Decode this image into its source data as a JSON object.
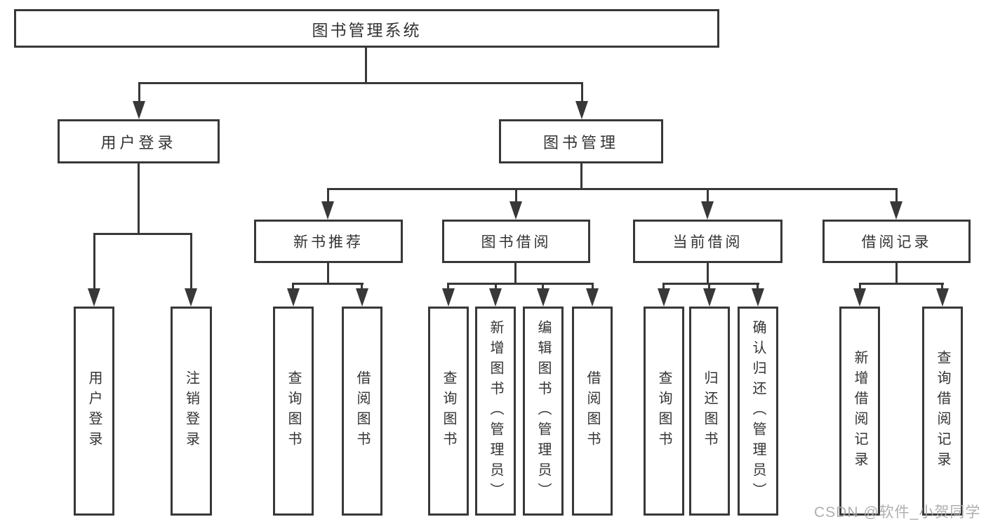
{
  "diagram": {
    "type": "functional-structure-tree",
    "root": {
      "label": "图书管理系统"
    },
    "branches": {
      "user_login": {
        "label": "用户登录",
        "children": [
          {
            "label": "用户登录"
          },
          {
            "label": "注销登录"
          }
        ]
      },
      "book_mgmt": {
        "label": "图书管理",
        "sections": [
          {
            "label": "新书推荐",
            "children": [
              {
                "label": "查询图书"
              },
              {
                "label": "借阅图书"
              }
            ]
          },
          {
            "label": "图书借阅",
            "children": [
              {
                "label": "查询图书"
              },
              {
                "label": "新增图书（管理员）"
              },
              {
                "label": "编辑图书（管理员）"
              },
              {
                "label": "借阅图书"
              }
            ]
          },
          {
            "label": "当前借阅",
            "children": [
              {
                "label": "查询图书"
              },
              {
                "label": "归还图书"
              },
              {
                "label": "确认归还（管理员）"
              }
            ]
          },
          {
            "label": "借阅记录",
            "children": [
              {
                "label": "新增借阅记录"
              },
              {
                "label": "查询借阅记录"
              }
            ]
          }
        ]
      }
    }
  },
  "watermark": {
    "text": "CSDN @软件_小贺同学"
  },
  "colors": {
    "line": "#383838",
    "box_border": "#383838",
    "text": "#333333",
    "background": "#ffffff",
    "watermark": "#a8a8a8"
  }
}
